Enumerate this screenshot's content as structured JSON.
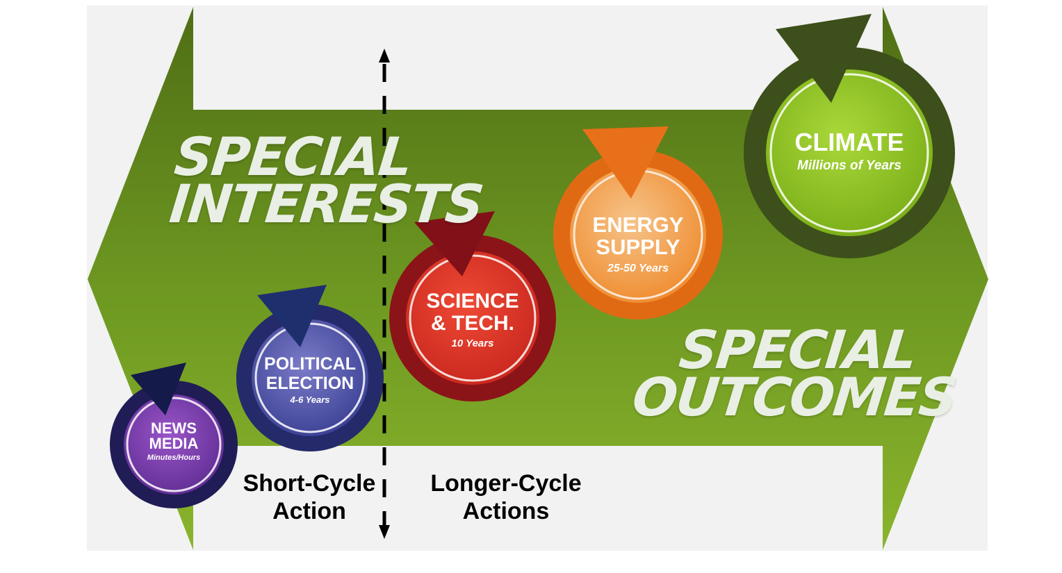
{
  "titles": {
    "special_interests": [
      "SPECIAL",
      "INTERESTS"
    ],
    "special_outcomes": [
      "SPECIAL",
      "OUTCOMES"
    ]
  },
  "cycles": [
    {
      "name_lines": [
        "News",
        "Media"
      ],
      "period": "Minutes/Hours",
      "color": "#5e2c92"
    },
    {
      "name_lines": [
        "Political",
        "Election"
      ],
      "period": "4-6 Years",
      "color": "#3a3f92"
    },
    {
      "name_lines": [
        "Science",
        "& Tech."
      ],
      "period": "10 Years",
      "color": "#c8261e"
    },
    {
      "name_lines": [
        "Energy",
        "Supply"
      ],
      "period": "25-50 Years",
      "color": "#ef8a2c"
    },
    {
      "name_lines": [
        "Climate"
      ],
      "period": "Millions of Years",
      "color": "#8cc21f"
    }
  ],
  "labels": {
    "short_cycle": [
      "Short-Cycle",
      "Action"
    ],
    "longer_cycle": [
      "Longer-Cycle",
      "Actions"
    ]
  },
  "colors": {
    "arrow_green": "#6f9a22",
    "arrow_green_dark": "#4f6e15",
    "title_text": "#e9efe4",
    "divider": "#000000"
  }
}
